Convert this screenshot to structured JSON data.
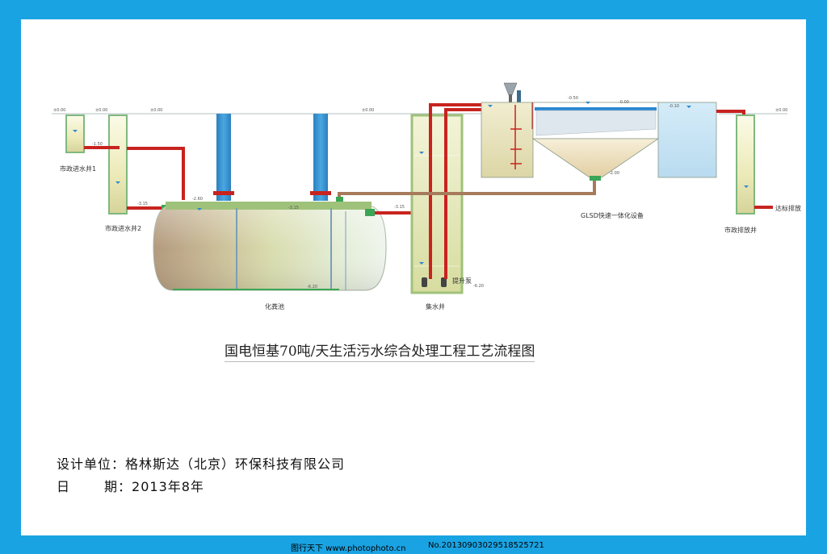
{
  "labels": {
    "inlet_well_1": "市政进水井1",
    "inlet_well_2": "市政进水井2",
    "septic_tank": "化粪池",
    "collection_well": "集水井",
    "lift_pump": "提升泵",
    "glsd_unit": "GLSD快速一体化设备",
    "discharge_well": "市政排放井",
    "discharge_standard": "达标排放"
  },
  "elevations": {
    "ground_1": "±0.00",
    "ground_2": "±0.00",
    "ground_3": "±0.00",
    "ground_4": "±0.00",
    "ground_5": "±0.00",
    "well1_pipe": "-1.50",
    "well2_pipe": "-3.15",
    "tank_top": "-2.60",
    "tank_water": "-3.15",
    "tank_bottom": "-6.20",
    "collect_in": "-3.15",
    "collect_bottom": "-6.20",
    "glsd_top1": "-0.50",
    "glsd_top2": "-0.00",
    "glsd_top3": "-0.10",
    "glsd_bottom": "-2.00"
  },
  "title": "国电恒基70吨/天生活污水综合处理工程工艺流程图",
  "design_unit_label": "设计单位：",
  "design_unit_value": "格林斯达（北京）环保科技有限公司",
  "date_label_1": "日",
  "date_label_2": "期：",
  "date_value": "2013年8年",
  "watermark_left": "图行天下 www.photophoto.cn",
  "watermark_right": "No.20130903029518525721",
  "colors": {
    "frame": "#1aa3e2",
    "pipe_red": "#c8231f",
    "pipe_blue": "#2b86c8",
    "pipe_brown": "#a67b5b"
  }
}
